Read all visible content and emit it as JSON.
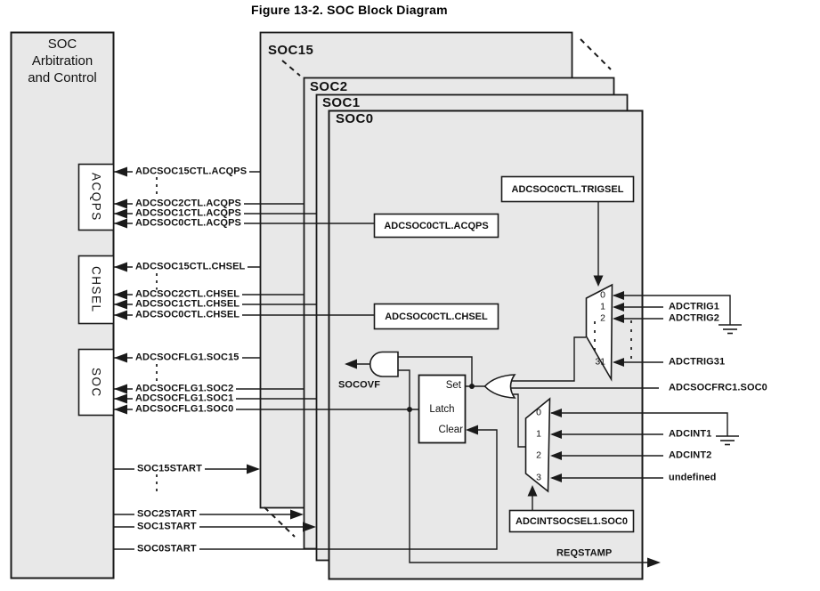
{
  "figure_title": "Figure 13-2. SOC Block Diagram",
  "arbitration": {
    "lines": [
      "SOC",
      "Arbitration",
      "and Control"
    ],
    "ports": [
      "ACQPS",
      "CHSEL",
      "SOC"
    ]
  },
  "soc_stack": [
    "SOC15",
    "SOC2",
    "SOC1",
    "SOC0"
  ],
  "signals": {
    "acqps": [
      "ADCSOC15CTL.ACQPS",
      "ADCSOC2CTL.ACQPS",
      "ADCSOC1CTL.ACQPS",
      "ADCSOC0CTL.ACQPS"
    ],
    "chsel": [
      "ADCSOC15CTL.CHSEL",
      "ADCSOC2CTL.CHSEL",
      "ADCSOC1CTL.CHSEL",
      "ADCSOC0CTL.CHSEL"
    ],
    "flags": [
      "ADCSOCFLG1.SOC15",
      "ADCSOCFLG1.SOC2",
      "ADCSOCFLG1.SOC1",
      "ADCSOCFLG1.SOC0"
    ],
    "starts": [
      "SOC15START",
      "SOC2START",
      "SOC1START",
      "SOC0START"
    ],
    "force": "ADCSOCFRC1.SOC0",
    "reqstamp": "REQSTAMP",
    "socovf": "SOCOVF"
  },
  "registers": {
    "acqps": "ADCSOC0CTL.ACQPS",
    "chsel": "ADCSOC0CTL.CHSEL",
    "trigsel": "ADCSOC0CTL.TRIGSEL",
    "intsocsel": "ADCINTSOCSEL1.SOC0"
  },
  "trigger_mux": {
    "ports": [
      "0",
      "1",
      "2",
      "31"
    ],
    "inputs": [
      "ADCTRIG1",
      "ADCTRIG2",
      "ADCTRIG31"
    ]
  },
  "interrupt_mux": {
    "ports": [
      "0",
      "1",
      "2",
      "3"
    ],
    "inputs": [
      "ADCINT1",
      "ADCINT2",
      "undefined"
    ]
  },
  "latch": {
    "set": "Set",
    "latch": "Latch",
    "clear": "Clear"
  },
  "colors": {
    "box_fill": "#e8e8e8",
    "stroke": "#1a1a1a",
    "register_fill": "#ffffff"
  }
}
